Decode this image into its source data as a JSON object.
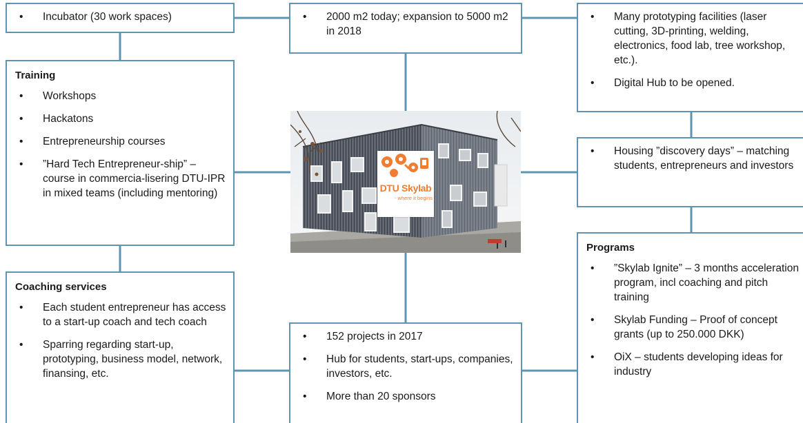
{
  "colors": {
    "border": "#5f94b0",
    "connector": "#5f94b0",
    "logo_orange": "#f07d32",
    "building_cladding": "#5a606a"
  },
  "boxes": {
    "incubator": {
      "items": [
        "Incubator (30 work spaces)"
      ]
    },
    "space": {
      "items": [
        "2000 m2 today; expansion to 5000 m2 in 2018"
      ]
    },
    "facilities": {
      "items": [
        "Many prototyping facilities (laser cutting, 3D-printing, welding, electronics, food lab, tree workshop, etc.).",
        "Digital Hub to be opened."
      ]
    },
    "training": {
      "title": "Training",
      "items": [
        "Workshops",
        "Hackatons",
        "Entrepreneurship courses",
        "”Hard Tech Entrepreneur-ship” – course in commercia-lisering DTU-IPR in mixed teams (including mentoring)"
      ]
    },
    "housing": {
      "items": [
        "Housing ”discovery days” – matching students, entrepreneurs and investors"
      ]
    },
    "programs": {
      "title": "Programs",
      "items": [
        "”Skylab Ignite” – 3 months acceleration program, incl coaching and pitch training",
        "Skylab Funding – Proof of concept grants (up to 250.000 DKK)",
        "OiX – students developing ideas for industry"
      ]
    },
    "coaching": {
      "title": "Coaching services",
      "items": [
        "Each student entrepreneur has access to a start-up coach and tech coach",
        "Sparring regarding start-up, prototyping, business model, network, finansing, etc."
      ]
    },
    "hub": {
      "items": [
        "152 projects in 2017",
        "Hub for students, start-ups, companies, investors, etc.",
        "More than 20 sponsors"
      ]
    }
  },
  "photo": {
    "logo_text": "DTU Skylab",
    "logo_tagline": "- where it begins",
    "logo_icons": [
      "gear-icon",
      "lightbulb-icon",
      "flask-icon",
      "wrench-icon",
      "beaker-icon"
    ]
  }
}
